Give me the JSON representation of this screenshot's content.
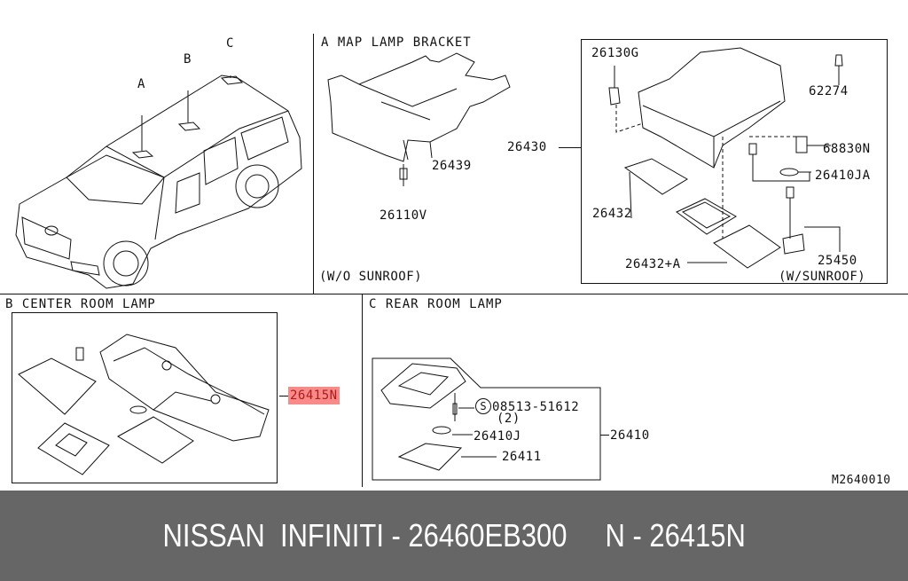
{
  "diagram": {
    "vehicle_locations": {
      "a": "A",
      "b": "B",
      "c": "C"
    },
    "section_a": {
      "title": "A  MAP LAMP BRACKET",
      "parts": {
        "bracket": "26439",
        "bolt": "26110V"
      },
      "note": "(W/O SUNROOF)"
    },
    "map_lamp_box": {
      "assembly": "26430",
      "parts": {
        "clip": "26130G",
        "bulb_small": "62274",
        "connector": "68830N",
        "bulb_festoon": "26410JA",
        "lens": "26432",
        "lens_a": "26432+A",
        "harness": "25450"
      },
      "note": "(W/SUNROOF)"
    },
    "section_b": {
      "title": "B  CENTER ROOM LAMP",
      "part": "26415N",
      "highlight_color": "#f88a8a"
    },
    "section_c": {
      "title": "C  REAR ROOM LAMP",
      "assembly": "26410",
      "parts": {
        "screw": "08513-51612",
        "screw_qty": "(2)",
        "screw_symbol": "S",
        "bulb": "26410J",
        "lens": "26411"
      }
    },
    "drawing_code": "M2640010"
  },
  "footer": {
    "text": "NISSAN  INFINITI - 26460EB300     N - 26415N",
    "background": "#666666"
  }
}
